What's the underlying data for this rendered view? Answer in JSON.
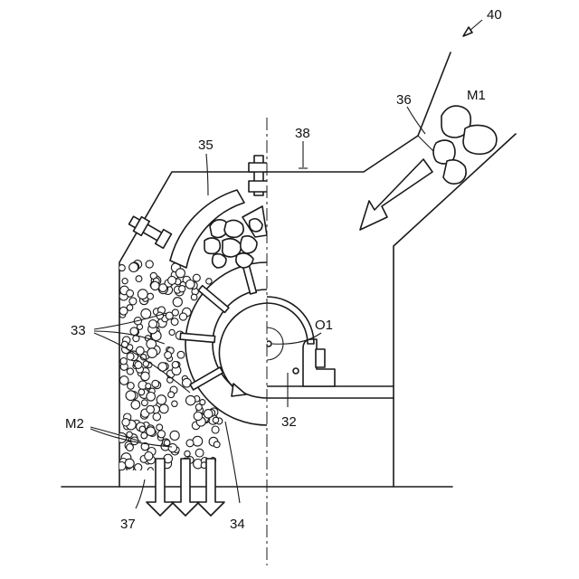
{
  "labels": {
    "l40": "40",
    "l36": "36",
    "lm1": "M1",
    "l35": "35",
    "l38": "38",
    "l33": "33",
    "lo1": "O1",
    "lm2": "M2",
    "l32": "32",
    "l37": "37",
    "l34": "34"
  },
  "colors": {
    "line": "#1a1a1a",
    "background": "#ffffff"
  }
}
